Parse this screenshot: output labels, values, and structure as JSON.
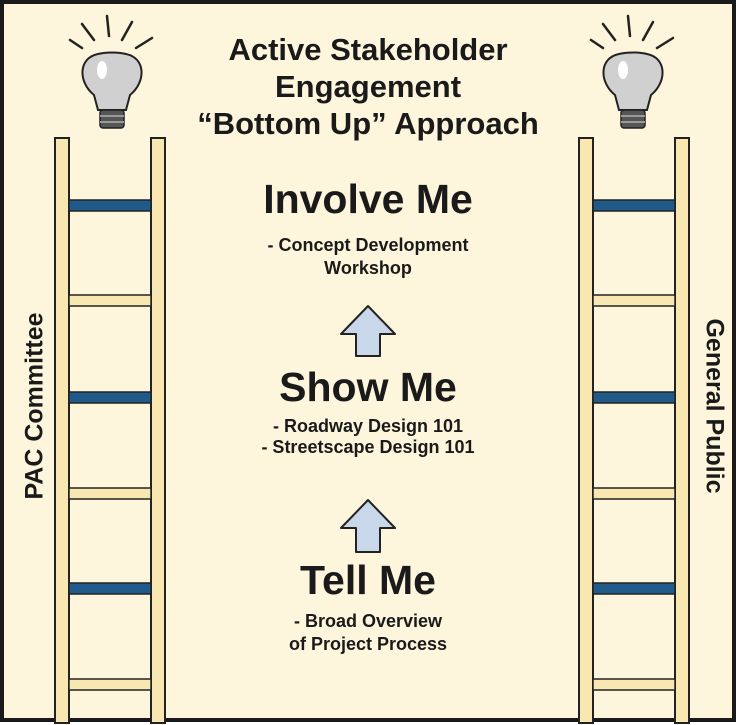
{
  "title_lines": [
    "Active Stakeholder",
    "Engagement",
    "“Bottom Up” Approach"
  ],
  "steps": [
    {
      "heading": "Involve Me",
      "details": [
        "- Concept Development",
        "Workshop"
      ]
    },
    {
      "heading": "Show Me",
      "details": [
        "- Roadway Design 101",
        "- Streetscape Design 101"
      ]
    },
    {
      "heading": "Tell Me",
      "details": [
        "- Broad Overview",
        "of Project Process"
      ]
    }
  ],
  "left_label": "PAC Committee",
  "right_label": "General Public",
  "colors": {
    "background": "#fdf5dc",
    "ladder_rail": "#f8e7b0",
    "rung_light": "#f8e7b0",
    "rung_blue": "#1f5a8a",
    "arrow": "#c8d8ea",
    "bulb": "#d0d0d0"
  },
  "icons": [
    "light-bulb-icon",
    "up-arrow-icon",
    "ladder"
  ]
}
